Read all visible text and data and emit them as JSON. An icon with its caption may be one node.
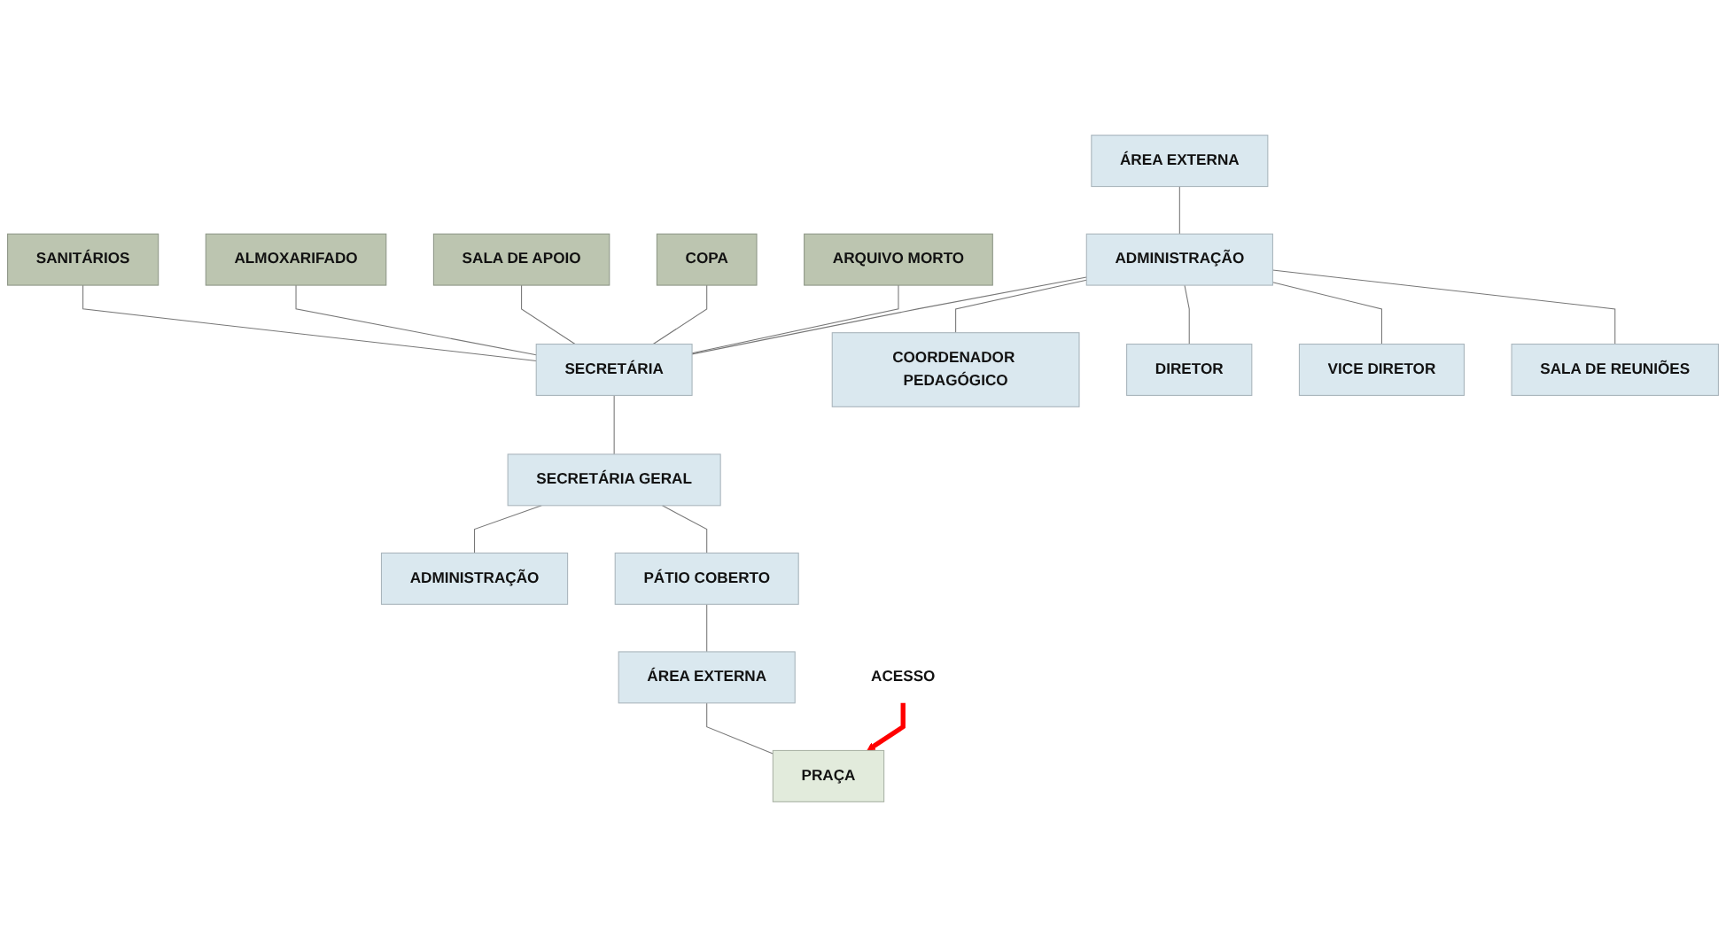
{
  "diagram": {
    "nodes": [
      {
        "text": [
          "SANITÁRIOS"
        ]
      },
      {
        "text": [
          "ALMOXARIFADO"
        ]
      },
      {
        "text": [
          "SALA DE APOIO"
        ]
      },
      {
        "text": [
          "COPA"
        ]
      },
      {
        "text": [
          "ARQUIVO MORTO"
        ]
      },
      {
        "text": [
          "ÁREA EXTERNA"
        ]
      },
      {
        "text": [
          "ADMINISTRAÇÃO"
        ]
      },
      {
        "text": [
          "SECRETÁRIA"
        ]
      },
      {
        "text": [
          "COORDENADOR PEDAGÓGICO"
        ]
      },
      {
        "text": [
          "DIRETOR"
        ]
      },
      {
        "text": [
          "VICE DIRETOR"
        ]
      },
      {
        "text": [
          "SALA DE REUNIÕES"
        ]
      },
      {
        "text": [
          "SECRETÁRIA GERAL"
        ]
      },
      {
        "text": [
          "ADMINISTRAÇÃO"
        ]
      },
      {
        "text": [
          "PÁTIO COBERTO"
        ]
      },
      {
        "text": [
          "ÁREA EXTERNA"
        ]
      },
      {
        "text": [
          "PRAÇA"
        ]
      },
      {
        "text": [
          "ACESSO"
        ]
      }
    ],
    "edges": [
      {
        "from": 0,
        "to": 7,
        "arrow": "none"
      },
      {
        "from": 1,
        "to": 7,
        "arrow": "none"
      },
      {
        "from": 2,
        "to": 7,
        "arrow": "none"
      },
      {
        "from": 3,
        "to": 7,
        "arrow": "none"
      },
      {
        "from": 4,
        "to": 7,
        "arrow": "none"
      },
      {
        "from": 5,
        "to": 6,
        "arrow": "none"
      },
      {
        "from": 6,
        "to": 7,
        "arrow": "none"
      },
      {
        "from": 6,
        "to": 8,
        "arrow": "none"
      },
      {
        "from": 6,
        "to": 9,
        "arrow": "none"
      },
      {
        "from": 6,
        "to": 10,
        "arrow": "none"
      },
      {
        "from": 6,
        "to": 11,
        "arrow": "none"
      },
      {
        "from": 7,
        "to": 12,
        "arrow": "none"
      },
      {
        "from": 12,
        "to": 13,
        "arrow": "none"
      },
      {
        "from": 12,
        "to": 14,
        "arrow": "none"
      },
      {
        "from": 14,
        "to": 15,
        "arrow": "none"
      },
      {
        "from": 15,
        "to": 16,
        "arrow": "none"
      },
      {
        "from": 17,
        "to": 16,
        "arrow": "to",
        "style": "thick",
        "color": "#ff0000"
      }
    ]
  }
}
